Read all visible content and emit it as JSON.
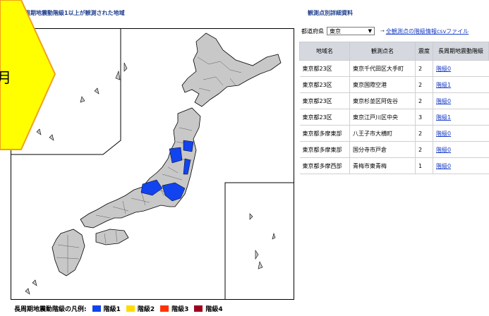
{
  "map": {
    "title": "長周期地震動階級1以上が観測された地域"
  },
  "legend": {
    "title": "長周期地震動階級の凡例:",
    "items": [
      {
        "label": "階級1",
        "color": "#1144ee"
      },
      {
        "label": "階級2",
        "color": "#ffdd00"
      },
      {
        "label": "階級3",
        "color": "#ff3300"
      },
      {
        "label": "階級4",
        "color": "#a00020"
      }
    ]
  },
  "detail": {
    "title": "観測点別詳細資料",
    "pref_label": "都道府県",
    "pref_value": "東京",
    "csv_link": "全観測点の階級情報csvファイル",
    "headers": [
      "地域名",
      "観測点名",
      "震度",
      "長周期地震動階級"
    ],
    "rows": [
      {
        "region": "東京都23区",
        "station": "東京千代田区大手町",
        "intensity": "2",
        "class": "階級0"
      },
      {
        "region": "東京都23区",
        "station": "東京国際空港",
        "intensity": "2",
        "class": "階級1"
      },
      {
        "region": "東京都23区",
        "station": "東京杉並区阿佐谷",
        "intensity": "2",
        "class": "階級0"
      },
      {
        "region": "東京都23区",
        "station": "東京江戸川区中央",
        "intensity": "3",
        "class": "階級1"
      },
      {
        "region": "東京都多摩東部",
        "station": "八王子市大横町",
        "intensity": "2",
        "class": "階級0"
      },
      {
        "region": "東京都多摩東部",
        "station": "国分寺市戸倉",
        "intensity": "2",
        "class": "階級0"
      },
      {
        "region": "東京都多摩西部",
        "station": "青梅市東青梅",
        "intensity": "1",
        "class": "階級0"
      }
    ]
  },
  "overlay": {
    "text": "月",
    "fill": "#ffff00",
    "stroke": "#f0a020"
  }
}
